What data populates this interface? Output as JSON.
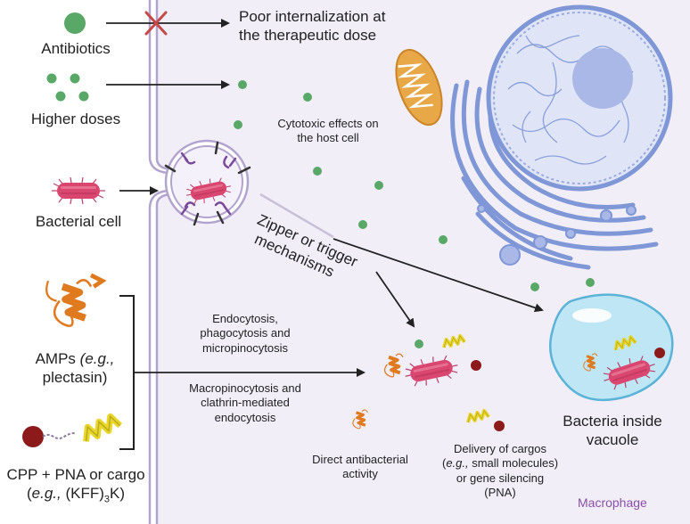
{
  "labels": {
    "antibiotics": "Antibiotics",
    "higher_doses": "Higher doses",
    "bacterial_cell": "Bacterial cell",
    "poor_internalization_1": "Poor internalization at",
    "poor_internalization_2": "the therapeutic dose",
    "cytotoxic_1": "Cytotoxic effects on",
    "cytotoxic_2": "the host cell",
    "zipper_1": "Zipper or trigger",
    "zipper_2": "mechanisms",
    "endocytosis_1": "Endocytosis,",
    "endocytosis_2": "phagocytosis and",
    "endocytosis_3": "micropinocytosis",
    "macropino_1": "Macropinocytosis and",
    "macropino_2": "clathrin-mediated",
    "macropino_3": "endocytosis",
    "amps_1": "AMPs ",
    "amps_eg": "(e.g.,",
    "amps_2": "plectasin)",
    "cpp_1": "CPP + PNA or cargo",
    "cpp_eg": "e.g.,",
    "cpp_2a": "(KFF)",
    "cpp_sub": "3",
    "cpp_2b": "K)",
    "direct_1": "Direct antibacterial",
    "direct_2": "activity",
    "delivery_1": "Delivery of cargos",
    "delivery_eg": "e.g.,",
    "delivery_2b": " small molecules)",
    "delivery_3": "or gene silencing",
    "delivery_4": "(PNA)",
    "vacuole_1": "Bacteria inside",
    "vacuole_2": "vacuole",
    "macrophage": "Macrophage"
  },
  "colors": {
    "membrane": "#b3a3cf",
    "cell_fill": "#f1eef8",
    "antibiotic_green": "#5aa867",
    "bacterium": "#d9466f",
    "bacterium_spikes": "#b8406a",
    "inhibitor_red": "#c44a4a",
    "organelle_blue": "#7f97d6",
    "nucleus_blue": "#a9b8e6",
    "mitochondrion": "#e8a848",
    "vacuole": "#bfe6f5",
    "vacuole_border": "#5bb3d8",
    "peptide_orange": "#e07a1f",
    "cpp_yellow": "#e8d62a",
    "cargo_red": "#8c1a1a",
    "receptor_purple": "#7a4a9a",
    "macrophage_text": "#8a4fa8"
  },
  "icons": [
    "cross-icon",
    "mitochondrion-icon",
    "nucleus-icon",
    "endoplasmic-reticulum-icon",
    "bacterium-icon",
    "peptide-icon",
    "cargo-icon",
    "vacuole-icon"
  ]
}
